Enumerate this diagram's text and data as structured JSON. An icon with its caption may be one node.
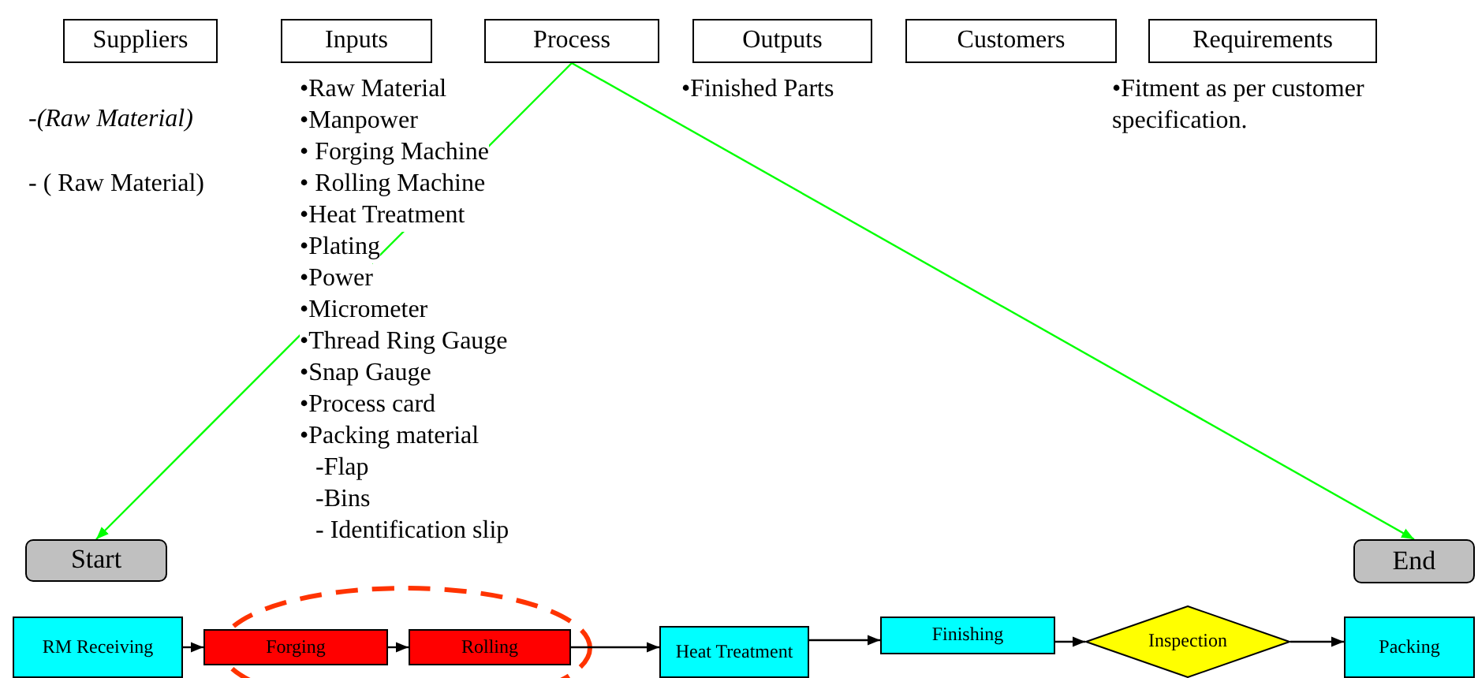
{
  "diagram": {
    "nodes": [
      {
        "text": [
          "Suppliers"
        ]
      },
      {
        "text": [
          "Inputs"
        ]
      },
      {
        "text": [
          "Process"
        ]
      },
      {
        "text": [
          "Outputs"
        ]
      },
      {
        "text": [
          "Customers"
        ]
      },
      {
        "text": [
          "Requirements"
        ]
      },
      {
        "text": [
          "Start"
        ]
      },
      {
        "text": [
          "End"
        ]
      },
      {
        "text": [
          "RM Receiving"
        ]
      },
      {
        "text": [
          "Forging"
        ]
      },
      {
        "text": [
          "Rolling"
        ]
      },
      {
        "text": [
          "Heat Treatment"
        ]
      },
      {
        "text": [
          "Finishing"
        ]
      },
      {
        "text": [
          "Inspection"
        ]
      },
      {
        "text": [
          "Packing"
        ]
      }
    ],
    "edges": [
      {
        "from": 2,
        "to": 6,
        "arrow": "to",
        "color": "#00ff00"
      },
      {
        "from": 2,
        "to": 7,
        "arrow": "to",
        "color": "#00ff00"
      },
      {
        "from": 8,
        "to": 9,
        "arrow": "to"
      },
      {
        "from": 9,
        "to": 10,
        "arrow": "to"
      },
      {
        "from": 10,
        "to": 11,
        "arrow": "to"
      },
      {
        "from": 11,
        "to": 12,
        "arrow": "to"
      },
      {
        "from": 12,
        "to": 13,
        "arrow": "to"
      },
      {
        "from": 13,
        "to": 14,
        "arrow": "to"
      }
    ],
    "labels": [
      "-(Raw Material)",
      "- ( Raw Material)",
      "•Raw Material",
      "•Manpower",
      "• Forging Machine",
      "• Rolling Machine",
      "•Heat Treatment",
      "•Plating",
      "•Power",
      "•Micrometer",
      "•Thread Ring Gauge",
      "•Snap Gauge",
      "•Process card",
      "•Packing material",
      "-Flap",
      "-Bins",
      "- Identification slip",
      "•Finished Parts",
      "•Fitment as per customer specification."
    ]
  }
}
